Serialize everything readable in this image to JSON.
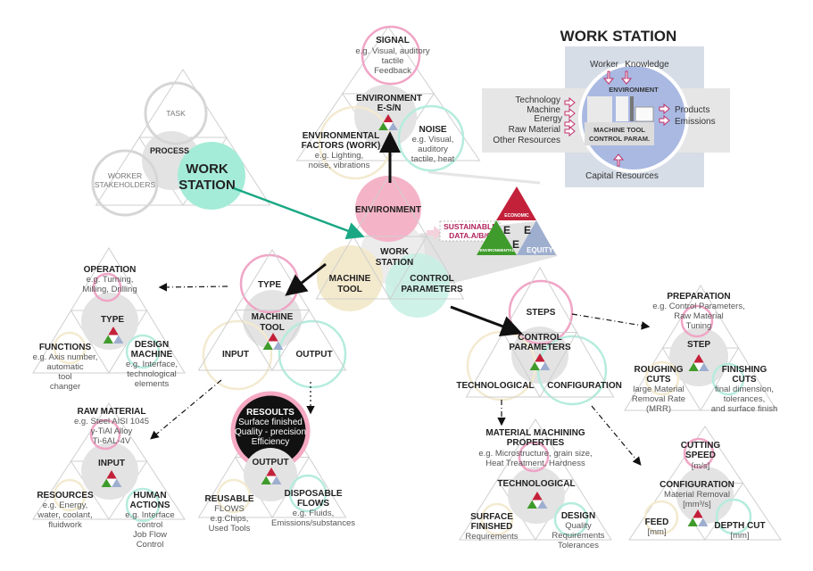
{
  "colors": {
    "economic": "#c3203a",
    "environmental": "#3f9b2b",
    "equity": "#9eaecf",
    "environment_pink": "#f5b3c8",
    "machine_tool_yellow": "#f3e9cc",
    "control_teal": "#c6f0e4",
    "workstation_teal": "#a5ecd8",
    "workstation_circle": "#a9b9e2"
  },
  "inset": {
    "title": "WORK STATION",
    "worker": "Worker",
    "knowledge": "Knowledge",
    "environment": "ENVIRONMENT",
    "inputs": [
      "Technology",
      "Machine",
      "Energy",
      "Raw Material",
      "Other Resources"
    ],
    "outputs": [
      "Products",
      "Emissions"
    ],
    "machine_tool": "MACHINE TOOL",
    "control_param": "CONTROL PARAM.",
    "capital": "Capital Resources"
  },
  "process": {
    "task": "TASK",
    "process": "PROCESS",
    "worker": [
      "WORKER",
      "STAKEHOLDERS"
    ],
    "workstation": [
      "WORK",
      "STATION"
    ]
  },
  "environment_module": {
    "signal": "SIGNAL",
    "signal_desc": [
      "e.g. Visual, auditory",
      "tactile",
      "Feedback"
    ],
    "center": [
      "ENVIRONMENT",
      "E-S/N"
    ],
    "factors": [
      "ENVIRONMENTAL",
      "FACTORS (WORK)"
    ],
    "factors_desc": [
      "e.g. Lighting,",
      "noise, vibrations"
    ],
    "noise": "NOISE",
    "noise_desc": [
      "e.g. Visual,",
      "auditory",
      "tactile, heat"
    ]
  },
  "core": {
    "environment": "ENVIRONMENT",
    "workstation": [
      "WORK",
      "STATION"
    ],
    "machine_tool": [
      "MACHINE",
      "TOOL"
    ],
    "control": [
      "CONTROL",
      "PARAMETERS"
    ],
    "sustainable": [
      "SUSTAINABLE",
      "DATA.A/B/C"
    ],
    "economic": "ECONOMIC",
    "environmental": "ENVIRONMENTAL",
    "equity": "EQUITY",
    "e": "E"
  },
  "machine_tool": {
    "type": "TYPE",
    "center": [
      "MACHINE",
      "TOOL"
    ],
    "input": "INPUT",
    "output": "OUTPUT"
  },
  "type": {
    "operation": "OPERATION",
    "operation_desc": [
      "e.g. Turning,",
      "Milling, Drilling"
    ],
    "center": "TYPE",
    "functions": "FUNCTIONS",
    "functions_desc": [
      "e.g. Axis  number,",
      "automatic",
      "tool",
      "changer"
    ],
    "design": [
      "DESIGN",
      "MACHINE"
    ],
    "design_desc": [
      "e.g. Interface,",
      "technological",
      "elements"
    ]
  },
  "input": {
    "raw": "RAW MATERIAL",
    "raw_desc": [
      "e.g. Steel AISI 1045",
      "γ-TiAl Alloy",
      "Ti-6AL-4V"
    ],
    "center": "INPUT",
    "resources": "RESOURCES",
    "resources_desc": [
      "e.g. Energy,",
      "water, coolant,",
      "fluidwork"
    ],
    "human": [
      "HUMAN",
      "ACTIONS"
    ],
    "human_desc": [
      "e.g. Interface",
      "control",
      "Job Flow",
      "Control"
    ]
  },
  "output": {
    "results": "RESOULTS",
    "results_desc": [
      "Surface finished",
      "Quality - precision",
      "Efficiency"
    ],
    "center": "OUTPUT",
    "reusable": "REUSABLE",
    "reusable_desc": [
      "FLOWS",
      "e.g.Chips,",
      "Used Tools"
    ],
    "disposable": [
      "DISPOSABLE",
      "FLOWS"
    ],
    "disposable_desc": [
      "e.g. Fluids,",
      "Emissions/substances"
    ]
  },
  "control": {
    "steps": "STEPS",
    "center": [
      "CONTROL",
      "PARAMETERS"
    ],
    "technological": "TECHNOLOGICAL",
    "configuration": "CONFIGURATION"
  },
  "step": {
    "preparation": "PREPARATION",
    "preparation_desc": [
      "e.g. Control Parameters,",
      "Raw Material",
      "Tuning"
    ],
    "center": "STEP",
    "roughing": [
      "ROUGHING",
      "CUTS"
    ],
    "roughing_desc": [
      "large Material",
      "Removal Rate",
      "(MRR)"
    ],
    "finishing": [
      "FINISHING",
      "CUTS"
    ],
    "finishing_desc": [
      "final dimension,",
      "tolerances,",
      "and surface finish"
    ]
  },
  "technological": {
    "top": [
      "MATERIAL MACHINING",
      "PROPERTIES"
    ],
    "top_desc": [
      "e.g. Microstructure, grain size,",
      "Heat Treatment, Hardness"
    ],
    "center": "TECHNOLOGICAL",
    "surface": [
      "SURFACE",
      "FINISHED"
    ],
    "surface_desc": "Requirements",
    "design": "DESIGN",
    "design_desc": [
      "Quality",
      "Requirements",
      "Tolerances"
    ]
  },
  "configuration": {
    "cutting": [
      "CUTTING",
      "SPEED"
    ],
    "cutting_unit": "[m/s]",
    "center": "CONFIGURATION",
    "center_desc": "Material Removal",
    "center_unit": "[mm³/s]",
    "feed": "FEED",
    "feed_unit": "[mm]",
    "depth": "DEPTH CUT",
    "depth_unit": "[mm]"
  }
}
